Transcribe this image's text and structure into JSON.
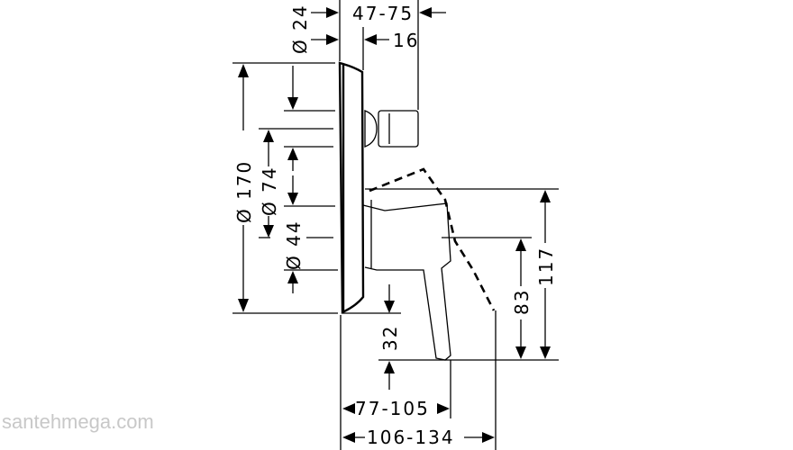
{
  "dimensions": {
    "flange_diameter": "Ø 24",
    "projection_range": "47-75",
    "stop_projection": "16",
    "plate_diameter": "Ø 170",
    "inner_diameter_74": "Ø 74",
    "inner_diameter_44": "Ø 44",
    "lever_clearance": "32",
    "lever_height_83": "83",
    "lever_height_117": "117",
    "lever_depth": "77-105",
    "lever_depth_open": "106-134"
  },
  "watermark": "santehmega.com"
}
